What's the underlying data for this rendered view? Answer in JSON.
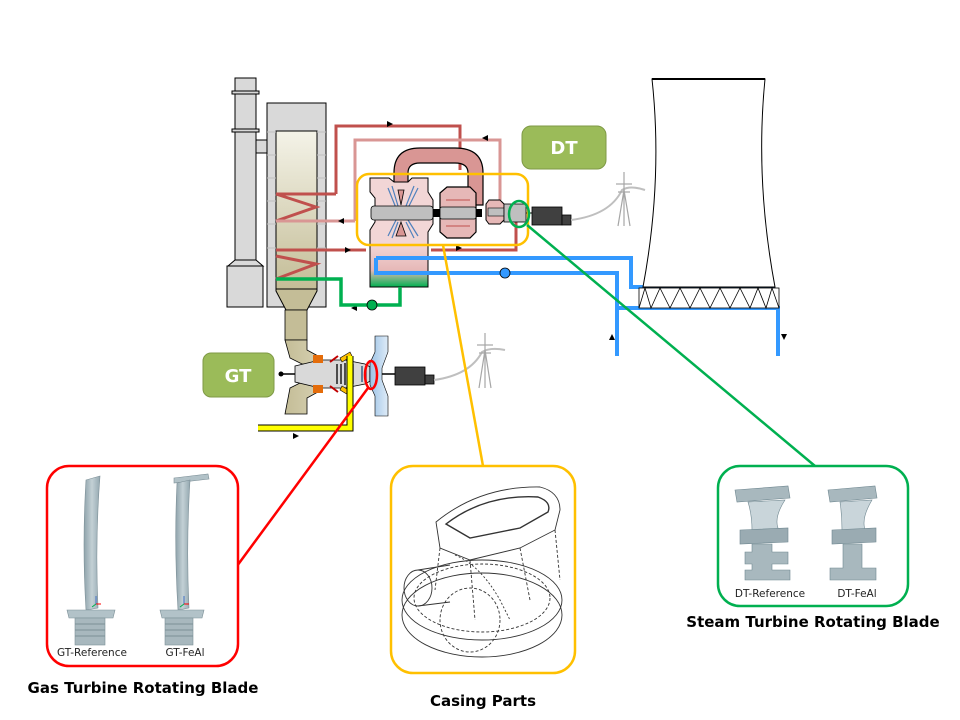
{
  "colors": {
    "gt_badge": "#9bbb59",
    "gas_callout": "#ff0000",
    "casing_callout": "#ffc000",
    "steam_callout": "#00b050",
    "hot_steam": "#c0504d",
    "reheat_steam": "#d99694",
    "cooling_water": "#3399ff",
    "condensate": "#00b050",
    "air_inlet": "#ffff00",
    "exhaust": "#c4bd97"
  },
  "labels": {
    "dt_badge": "DT",
    "gt_badge": "GT"
  },
  "callouts": {
    "gas_turbine": {
      "title": "Gas Turbine Rotating Blade",
      "items": [
        "GT-Reference",
        "GT-FeAl"
      ]
    },
    "casing": {
      "title": "Casing Parts"
    },
    "steam_turbine": {
      "title": "Steam Turbine Rotating Blade",
      "items": [
        "DT-Reference",
        "DT-FeAl"
      ]
    }
  },
  "components": {
    "stack": "exhaust-stack",
    "hrsg": "heat-recovery-steam-generator",
    "steam_turbine": "steam-turbine",
    "gas_turbine": "gas-turbine",
    "cooling_tower": "cooling-tower",
    "generator_dt": "generator",
    "generator_gt": "generator",
    "pylon_dt": "power-pylon",
    "pylon_gt": "power-pylon"
  }
}
